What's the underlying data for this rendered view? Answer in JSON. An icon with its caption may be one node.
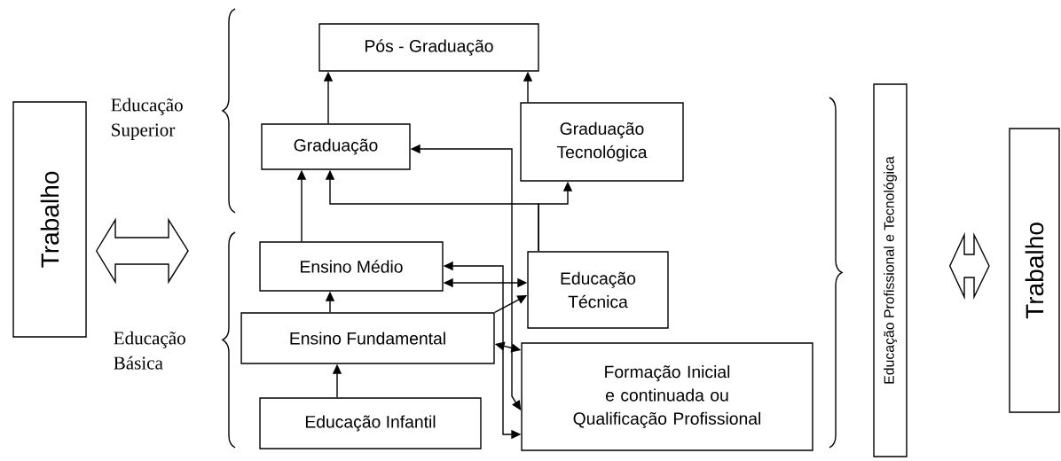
{
  "diagram": {
    "nodes": [
      {
        "text": [
          "Trabalho"
        ]
      },
      {
        "text": [
          "Pós - Graduação"
        ]
      },
      {
        "text": [
          "Graduação"
        ]
      },
      {
        "text": [
          "Graduação Tecnológica"
        ]
      },
      {
        "text": [
          "Ensino Médio"
        ]
      },
      {
        "text": [
          "Educação Técnica"
        ]
      },
      {
        "text": [
          "Ensino Fundamental"
        ]
      },
      {
        "text": [
          "Formação Inicial e continuada ou Qualificação Profissional"
        ]
      },
      {
        "text": [
          "Educação Infantil"
        ]
      },
      {
        "text": [
          "Educação Profissional e Tecnológica"
        ]
      },
      {
        "text": [
          "Trabalho"
        ]
      }
    ],
    "edges": [
      {
        "from": 2,
        "to": 1,
        "arrow": "to"
      },
      {
        "from": 3,
        "to": 1,
        "arrow": "to"
      },
      {
        "from": 4,
        "to": 2,
        "arrow": "to"
      },
      {
        "from": 5,
        "to": 2,
        "arrow": "to"
      },
      {
        "from": 5,
        "to": 3,
        "arrow": "to"
      },
      {
        "from": 2,
        "to": 7,
        "arrow": "both"
      },
      {
        "from": 4,
        "to": 7,
        "arrow": "both"
      },
      {
        "from": 4,
        "to": 5,
        "arrow": "both"
      },
      {
        "from": 6,
        "to": 5,
        "arrow": "to"
      },
      {
        "from": 6,
        "to": 7,
        "arrow": "both"
      },
      {
        "from": 6,
        "to": 4,
        "arrow": "to"
      },
      {
        "from": 8,
        "to": 6,
        "arrow": "to"
      },
      {
        "from": 0,
        "to": null,
        "arrow": "both"
      },
      {
        "from": 9,
        "to": 10,
        "arrow": "both"
      }
    ],
    "labels": [
      "Educação Superior",
      "Educação Básica"
    ]
  }
}
